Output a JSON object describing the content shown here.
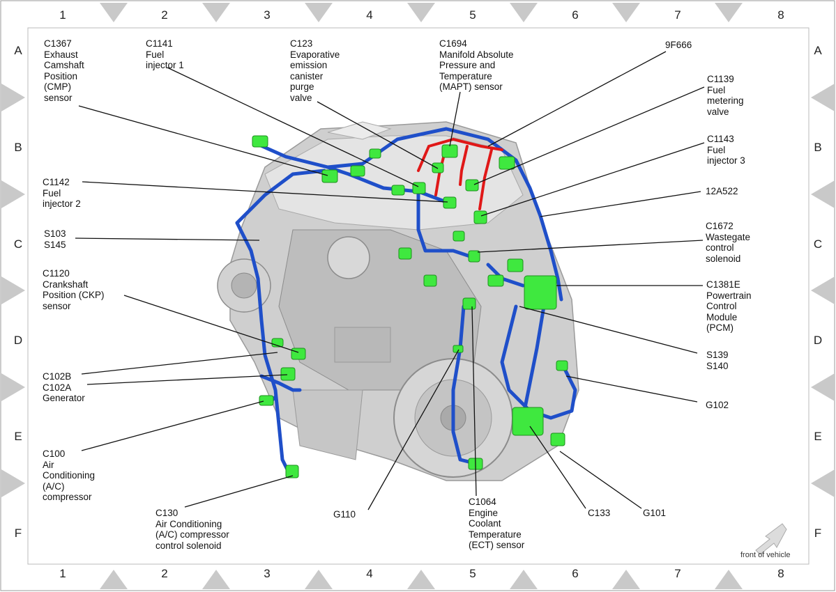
{
  "grid": {
    "columns": [
      "1",
      "2",
      "3",
      "4",
      "5",
      "6",
      "7",
      "8"
    ],
    "rows": [
      "A",
      "B",
      "C",
      "D",
      "E",
      "F"
    ]
  },
  "colors": {
    "harness_blue": "#1f4fc9",
    "harness_red": "#e01818",
    "connector_green": "#3fe83f",
    "engine_gray": "#c8c8c8",
    "border_gray": "#c9c9c9"
  },
  "labels": {
    "c1367": "C1367\nExhaust\nCamshaft\nPosition\n(CMP)\nsensor",
    "c1141": "C1141\nFuel\ninjector 1",
    "c123": "C123\nEvaporative\nemission\ncanister\npurge\nvalve",
    "c1694": "C1694\nManifold Absolute\nPressure and\nTemperature\n(MAPT) sensor",
    "f9f666": "9F666",
    "c1139": "C1139\nFuel\nmetering\nvalve",
    "c1143": "C1143\nFuel\ninjector 3",
    "c1142": "C1142\nFuel\ninjector 2",
    "a12a522": "12A522",
    "s103": "S103\nS145",
    "c1672": "C1672\nWastegate\ncontrol\nsolenoid",
    "c1120": "C1120\nCrankshaft\nPosition (CKP)\nsensor",
    "c1381e": "C1381E\nPowertrain\nControl\nModule\n(PCM)",
    "s139": "S139\nS140",
    "c102": "C102B\nC102A\nGenerator",
    "g102": "G102",
    "c100": "C100\nAir\nConditioning\n(A/C)\ncompressor",
    "c130": "C130\nAir Conditioning\n(A/C) compressor\ncontrol solenoid",
    "g110": "G110",
    "c1064": "C1064\nEngine\nCoolant\nTemperature\n(ECT) sensor",
    "c133": "C133",
    "g101": "G101"
  },
  "front_of_vehicle": "front of vehicle"
}
